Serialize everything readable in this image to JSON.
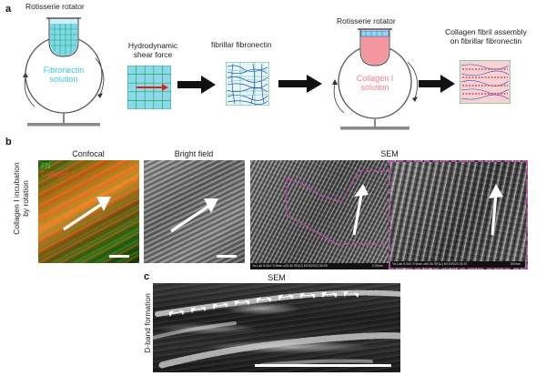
{
  "panel_a": {
    "letter": "a",
    "rotator_label_1": "Rotisserie rotator",
    "solution_1_line1": "Fibronectin",
    "solution_1_line2": "solution",
    "shear_line1": "Hydrodynamic",
    "shear_line2": "shear force",
    "fibrillar_label": "fibrillar fibronectin",
    "rotator_label_2": "Rotisserie rotator",
    "solution_2_line1": "Collagen I",
    "solution_2_line2": "solution",
    "assembly_line1": "Collagen fibril assembly",
    "assembly_line2": "on fibrillar fibronectin",
    "colors": {
      "fibronectin": "#3cc6e6",
      "collagen": "#f07c86",
      "grid_green": "#25a84a",
      "stand": "#8a8a8a"
    }
  },
  "panel_b": {
    "letter": "b",
    "side_label_line1": "Collagen I incubation",
    "side_label_line2": "by rotation",
    "col_confocal": "Confocal",
    "col_brightfield": "Bright field",
    "col_sem": "SEM",
    "legend_fn": "FN",
    "legend_col": "Collagen I",
    "sem_footer_left": "Yo-Lab 5.0kV 9.9mm x20.0k SE(U) 6/15/2022 00:05",
    "sem_footer_left_scale": "2.00um",
    "sem_footer_right": "Yo-Lab 5.0kV 9.9mm x80.0k SE(U) 6/15/2022 00:07",
    "sem_footer_right_scale": "500nm",
    "colors": {
      "zoom_outline": "#b04aa0"
    }
  },
  "panel_c": {
    "letter": "c",
    "title": "SEM",
    "side_label": "D-band formation"
  }
}
